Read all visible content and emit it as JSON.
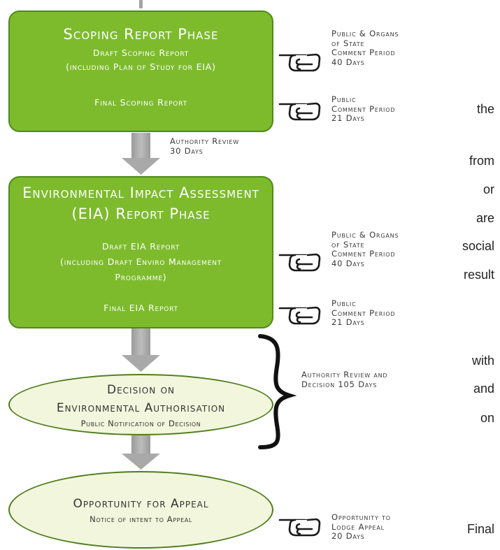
{
  "colors": {
    "phase_fill": "#7dbb2d",
    "phase_border": "#4f8a19",
    "ellipse_fill": "#f2f6dc",
    "ellipse_border": "#4f7d1c",
    "arrow": "#a3a3a3"
  },
  "scoping": {
    "title": "Scoping Report Phase",
    "line1": "Draft Scoping Report",
    "line2": "(including Plan of Study for EIA)",
    "final": "Final Scoping Report"
  },
  "review1": {
    "line1": "Authority Review",
    "line2": "30 Days"
  },
  "eia": {
    "title1": "Environmental Impact Assessment",
    "title2": "(EIA) Report Phase",
    "line1": "Draft EIA Report",
    "line2": "(including Draft Enviro Management",
    "line3": "Programme)",
    "final": "Final EIA Report"
  },
  "decision": {
    "title1": "Decision on",
    "title2": "Environmental Authorisation",
    "sub": "Public Notification of Decision"
  },
  "review2": {
    "line1": "Authority Review and",
    "line2": "Decision 105 Days"
  },
  "appeal": {
    "title": "Opportunity for Appeal",
    "sub": "Notice of intent to Appeal"
  },
  "notes": {
    "n1": {
      "l1": "Public & Organs",
      "l2": "of State",
      "l3": "Comment Period",
      "l4": "40 Days"
    },
    "n2": {
      "l1": "Public",
      "l2": "Comment Period",
      "l3": "21 Days"
    },
    "n3": {
      "l1": "Public & Organs",
      "l2": "of State",
      "l3": "Comment Period",
      "l4": "40 Days"
    },
    "n4": {
      "l1": "Public",
      "l2": "Comment Period",
      "l3": "21 Days"
    },
    "n5": {
      "l1": "Opportunity to",
      "l2": "Lodge Appeal",
      "l3": "20 Days"
    }
  },
  "icons": {
    "hand": "pointing-hand-icon",
    "brace": "curly-brace"
  },
  "words": [
    "the",
    "from",
    "or",
    "are",
    "social",
    "result",
    "with",
    "and",
    "on",
    "Final"
  ]
}
